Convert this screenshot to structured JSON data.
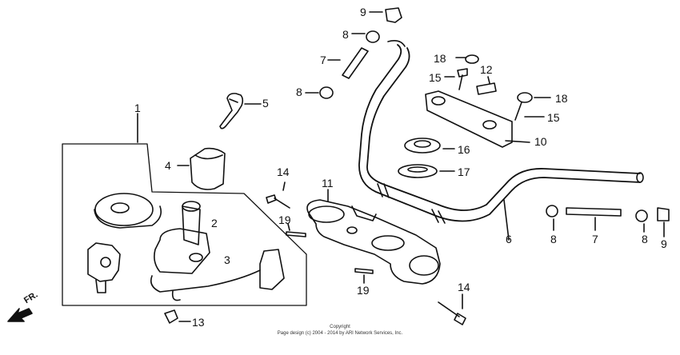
{
  "diagram": {
    "direction_label": "FR.",
    "copyright": {
      "line1": "Copyright",
      "line2": "Page design (c) 2004 - 2014 by ARI Network Services, Inc."
    },
    "callouts": {
      "c1": "1",
      "c2": "2",
      "c3": "3",
      "c4": "4",
      "c5": "5",
      "c6": "6",
      "c7a": "7",
      "c7b": "7",
      "c8a": "8",
      "c8b": "8",
      "c8c": "8",
      "c8d": "8",
      "c9a": "9",
      "c9b": "9",
      "c10": "10",
      "c11": "11",
      "c12": "12",
      "c13": "13",
      "c14a": "14",
      "c14b": "14",
      "c15a": "15",
      "c15b": "15",
      "c16": "16",
      "c17": "17",
      "c18a": "18",
      "c18b": "18",
      "c19a": "19",
      "c19b": "19"
    },
    "colors": {
      "ink": "#111111",
      "paper": "#ffffff",
      "shade": "#8a8a8a"
    }
  }
}
